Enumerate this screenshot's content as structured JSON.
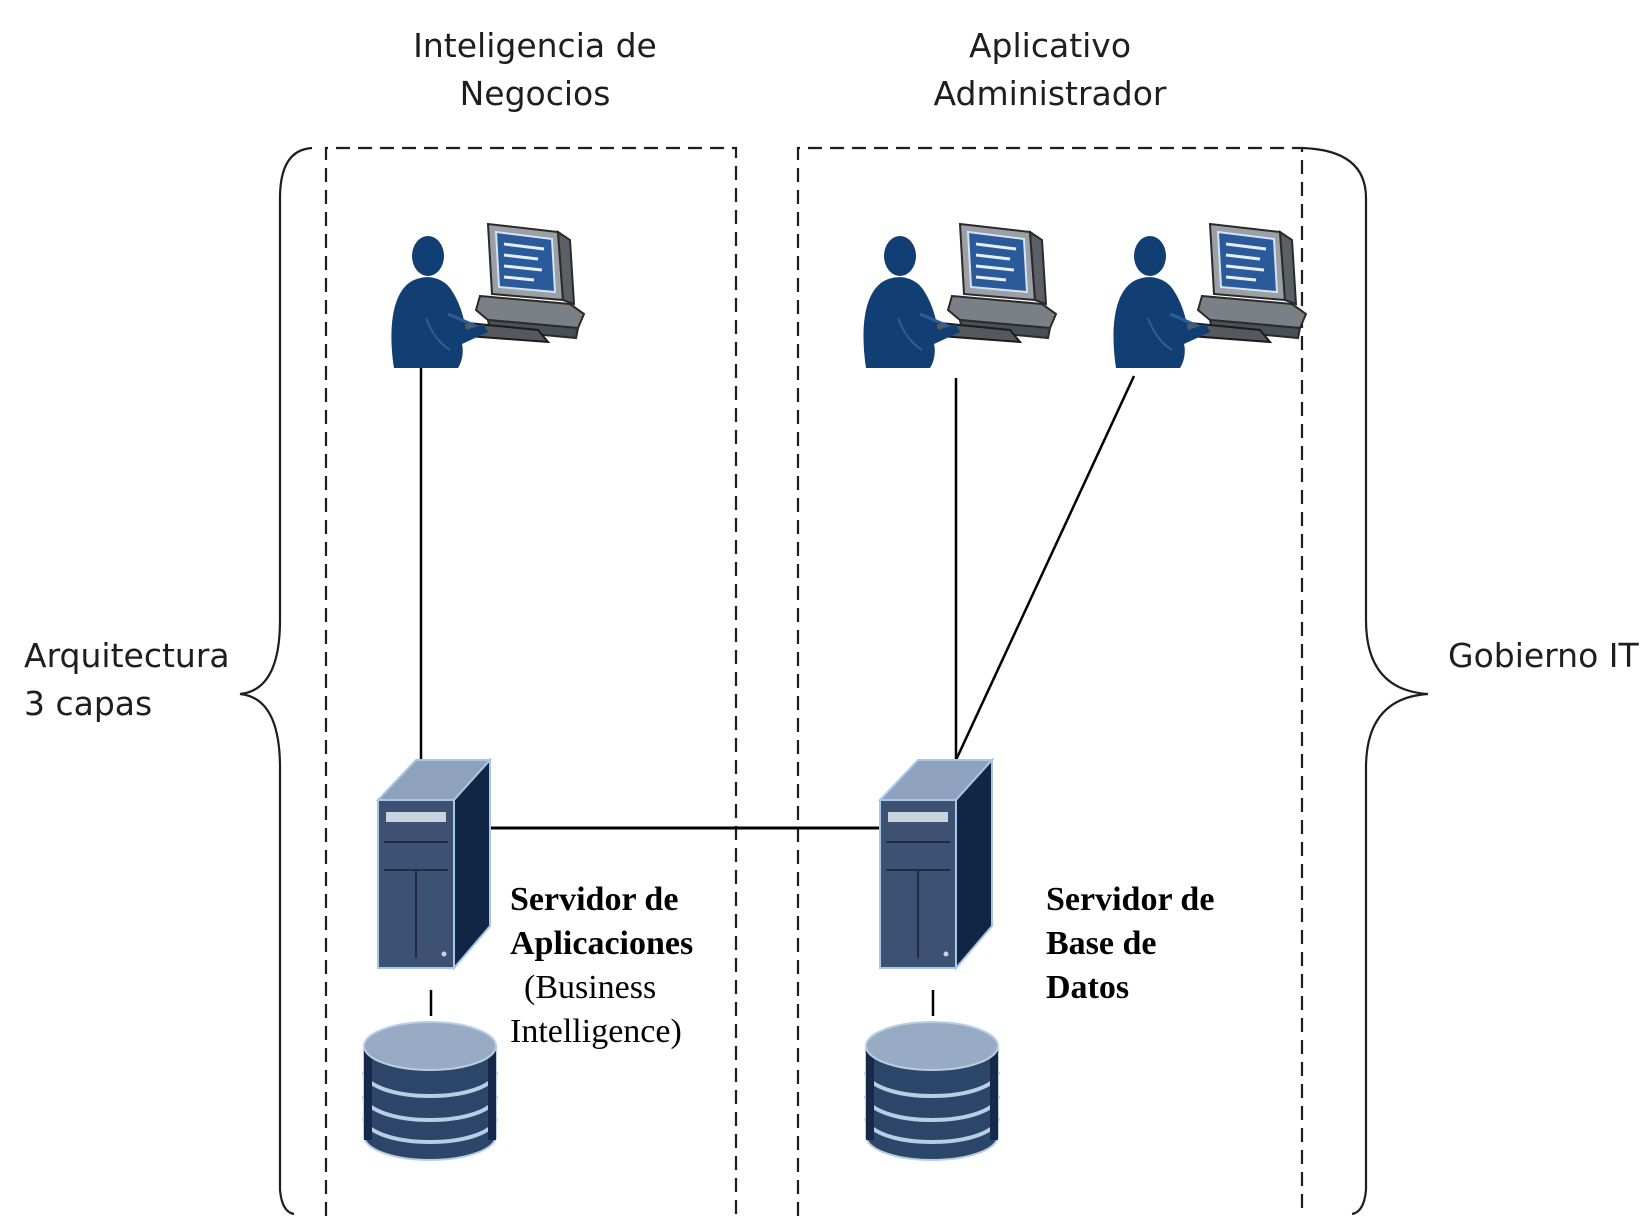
{
  "labels": {
    "bi_column_line1": "Inteligencia de",
    "bi_column_line2": "Negocios",
    "admin_column_line1": "Aplicativo",
    "admin_column_line2": "Administrador",
    "left_brace_line1": "Arquitectura",
    "left_brace_line2": "3 capas",
    "right_brace": "Gobierno IT"
  },
  "servers": {
    "app_server_line1": "Servidor de",
    "app_server_line2": "Aplicaciones",
    "app_server_line3": "(Business",
    "app_server_line4": "Intelligence)",
    "db_server_line1": "Servidor de",
    "db_server_line2": "Base de",
    "db_server_line3": "Datos"
  },
  "colors": {
    "user_figure": "#123f73",
    "server_face": "#3d5273",
    "server_top": "#8ea2bd",
    "server_side": "#0f2645",
    "db_body": "#2c466a",
    "db_bands": "#b9cde3",
    "monitor_screen": "#2b5a9b"
  }
}
